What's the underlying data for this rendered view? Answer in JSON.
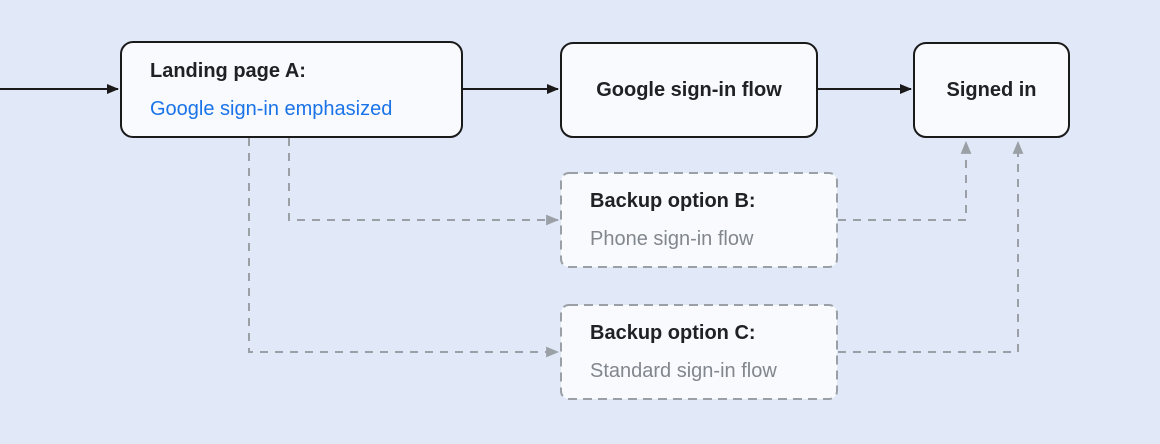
{
  "diagram": {
    "type": "flowchart",
    "nodes": [
      {
        "id": "landing-page-a",
        "title": "Landing page A:",
        "subtitle": "Google sign-in emphasized",
        "subtitle_style": "blue",
        "border": "solid"
      },
      {
        "id": "google-sign-in-flow",
        "title": "Google sign-in flow",
        "subtitle": "",
        "subtitle_style": "none",
        "border": "solid"
      },
      {
        "id": "signed-in",
        "title": "Signed in",
        "subtitle": "",
        "subtitle_style": "none",
        "border": "solid"
      },
      {
        "id": "backup-option-b",
        "title": "Backup option B:",
        "subtitle": "Phone sign-in flow",
        "subtitle_style": "gray",
        "border": "dashed"
      },
      {
        "id": "backup-option-c",
        "title": "Backup option C:",
        "subtitle": "Standard sign-in flow",
        "subtitle_style": "gray",
        "border": "dashed"
      }
    ],
    "edges": [
      {
        "from": "start",
        "to": "landing-page-a",
        "style": "solid"
      },
      {
        "from": "landing-page-a",
        "to": "google-sign-in-flow",
        "style": "solid"
      },
      {
        "from": "google-sign-in-flow",
        "to": "signed-in",
        "style": "solid"
      },
      {
        "from": "landing-page-a",
        "to": "backup-option-b",
        "style": "dashed"
      },
      {
        "from": "landing-page-a",
        "to": "backup-option-c",
        "style": "dashed"
      },
      {
        "from": "backup-option-b",
        "to": "signed-in",
        "style": "dashed"
      },
      {
        "from": "backup-option-c",
        "to": "signed-in",
        "style": "dashed"
      }
    ]
  },
  "colors": {
    "background": "#e1e9f8",
    "node_fill": "#f8fafd",
    "node_border": "#1a1a1a",
    "dashed": "#9aa0a6",
    "text_primary": "#202124",
    "text_secondary": "#82878d",
    "accent_blue": "#1a73e8"
  }
}
